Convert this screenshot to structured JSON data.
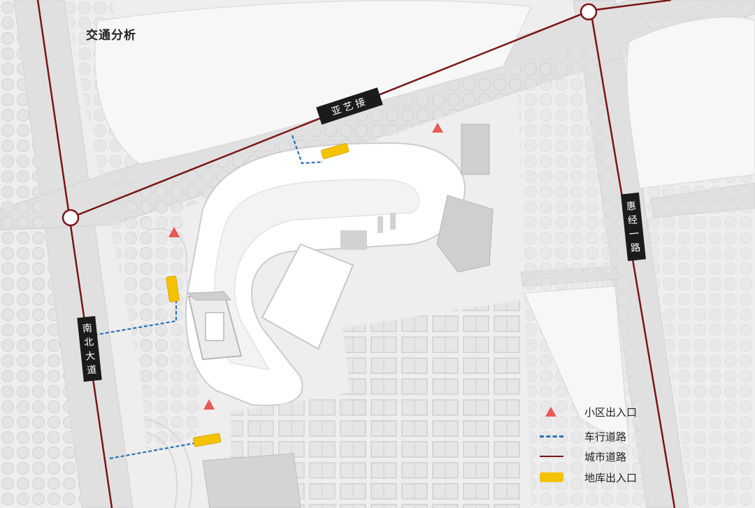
{
  "title": "交通分析",
  "roads": [
    {
      "id": "north",
      "label": "亚艺接"
    },
    {
      "id": "west",
      "label": "南北大道"
    },
    {
      "id": "east",
      "label": "惠经一路"
    }
  ],
  "legend": [
    {
      "id": "community-entrance",
      "symbol": "red-triangle",
      "label": "小区出入口"
    },
    {
      "id": "vehicle-road",
      "symbol": "blue-dashed-line",
      "label": "车行道路"
    },
    {
      "id": "city-road",
      "symbol": "dark-red-line",
      "label": "城市道路"
    },
    {
      "id": "garage-entrance",
      "symbol": "yellow-bar",
      "label": "地库出入口"
    }
  ],
  "colors": {
    "city_road": "#7a1515",
    "vehicle_road": "#2a72b8",
    "entrance": "#e85a55",
    "garage": "#f5c200",
    "road_label_bg": "#1b1b1b"
  }
}
